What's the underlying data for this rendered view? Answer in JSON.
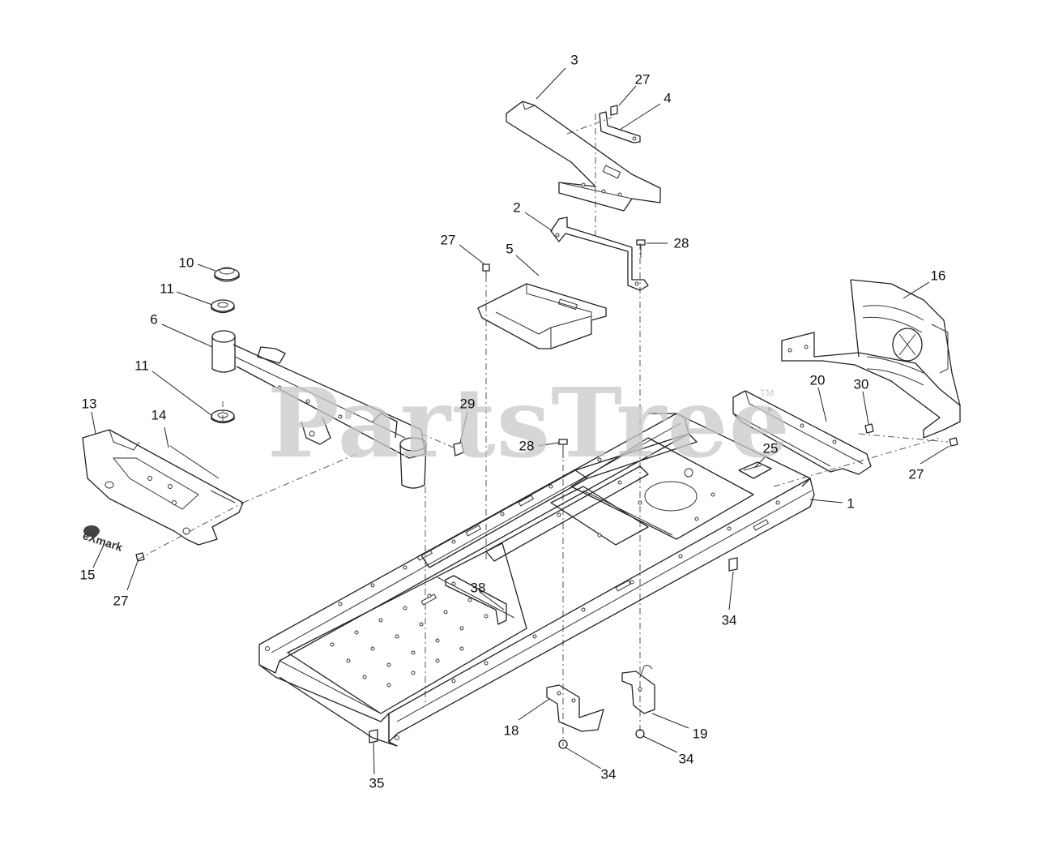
{
  "watermark": {
    "text": "PartsTree",
    "tm": "TM"
  },
  "logo": {
    "text": "eXmark"
  },
  "callouts": [
    {
      "id": "c3",
      "label": "3"
    },
    {
      "id": "c27a",
      "label": "27"
    },
    {
      "id": "c4",
      "label": "4"
    },
    {
      "id": "c2",
      "label": "2"
    },
    {
      "id": "c27b",
      "label": "27"
    },
    {
      "id": "c5",
      "label": "5"
    },
    {
      "id": "c28a",
      "label": "28"
    },
    {
      "id": "c10",
      "label": "10"
    },
    {
      "id": "c11a",
      "label": "11"
    },
    {
      "id": "c6",
      "label": "6"
    },
    {
      "id": "c11b",
      "label": "11"
    },
    {
      "id": "c16",
      "label": "16"
    },
    {
      "id": "c13",
      "label": "13"
    },
    {
      "id": "c14",
      "label": "14"
    },
    {
      "id": "c29",
      "label": "29"
    },
    {
      "id": "c20",
      "label": "20"
    },
    {
      "id": "c30",
      "label": "30"
    },
    {
      "id": "c28b",
      "label": "28"
    },
    {
      "id": "c25",
      "label": "25"
    },
    {
      "id": "c27c",
      "label": "27"
    },
    {
      "id": "c1",
      "label": "1"
    },
    {
      "id": "c15",
      "label": "15"
    },
    {
      "id": "c27d",
      "label": "27"
    },
    {
      "id": "c38",
      "label": "38"
    },
    {
      "id": "c34a",
      "label": "34"
    },
    {
      "id": "c18",
      "label": "18"
    },
    {
      "id": "c19",
      "label": "19"
    },
    {
      "id": "c35",
      "label": "35"
    },
    {
      "id": "c34b",
      "label": "34"
    },
    {
      "id": "c34c",
      "label": "34"
    }
  ]
}
